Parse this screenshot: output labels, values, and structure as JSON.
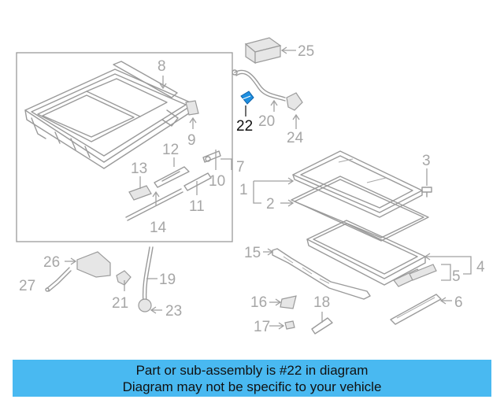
{
  "callouts": {
    "c1": "1",
    "c2": "2",
    "c3": "3",
    "c4": "4",
    "c5": "5",
    "c6": "6",
    "c7": "7",
    "c8": "8",
    "c9": "9",
    "c10": "10",
    "c11": "11",
    "c12": "12",
    "c13": "13",
    "c14": "14",
    "c15": "15",
    "c16": "16",
    "c17": "17",
    "c18": "18",
    "c19": "19",
    "c20": "20",
    "c21": "21",
    "c22": "22",
    "c23": "23",
    "c24": "24",
    "c25": "25",
    "c26": "26",
    "c27": "27"
  },
  "highlight_part": "22",
  "colors": {
    "banner": "#49b9f1",
    "highlight": "#1e8fe0",
    "lines": "#9a9a9a"
  },
  "banner": {
    "line1": "Part or sub-assembly is #22 in diagram",
    "line2": "Diagram may not be specific to your vehicle"
  }
}
